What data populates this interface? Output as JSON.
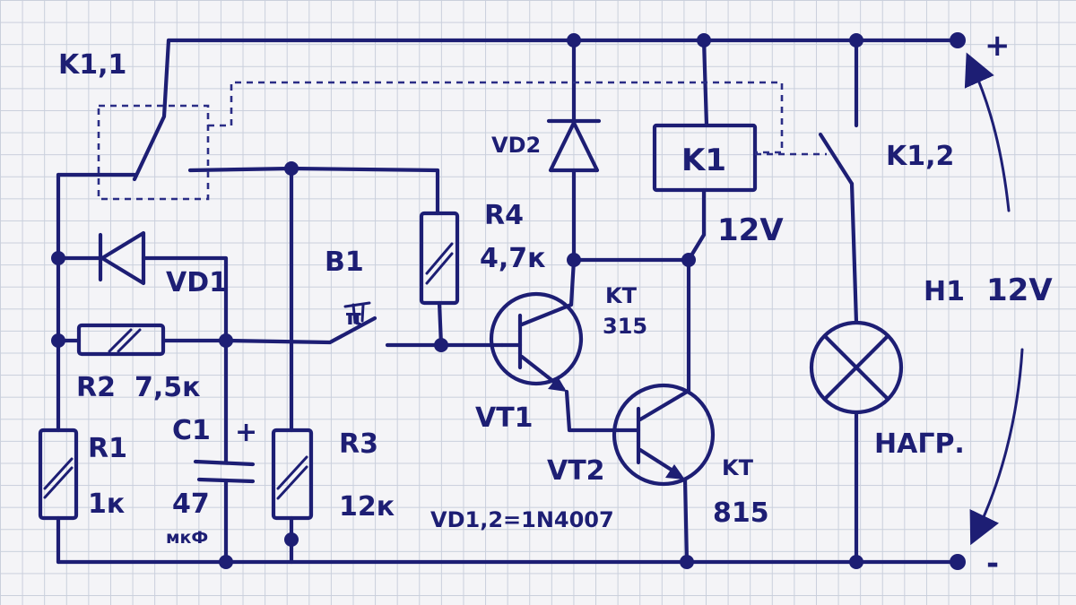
{
  "labels": {
    "k11": "K1,1",
    "k12": "K1,2",
    "plus": "+",
    "minus": "-",
    "vd2": "VD2",
    "vd1": "VD1",
    "k1": "K1",
    "relay_voltage": "12V",
    "r4": "R4",
    "r4_value": "4,7к",
    "b1": "B1",
    "b1_symbol": "π",
    "vt1_type_a": "KT",
    "vt1_type_b": "315",
    "vt1": "VT1",
    "vt2": "VT2",
    "vt2_type_a": "KT",
    "vt2_type_b": "815",
    "r2": "R2",
    "r2_value": "7,5к",
    "c1": "C1",
    "c1_plus": "+",
    "c1_value": "47",
    "c1_unit": "мкФ",
    "r1": "R1",
    "r1_value": "1к",
    "r3": "R3",
    "r3_value": "12к",
    "diodes_note": "VD1,2=1N4007",
    "h1": "H1",
    "load": "НАГР.",
    "supply_voltage": "12V"
  },
  "colors": {
    "ink": "#1d1e74",
    "paper": "#f4f4f7",
    "grid": "#c9cfdc"
  }
}
